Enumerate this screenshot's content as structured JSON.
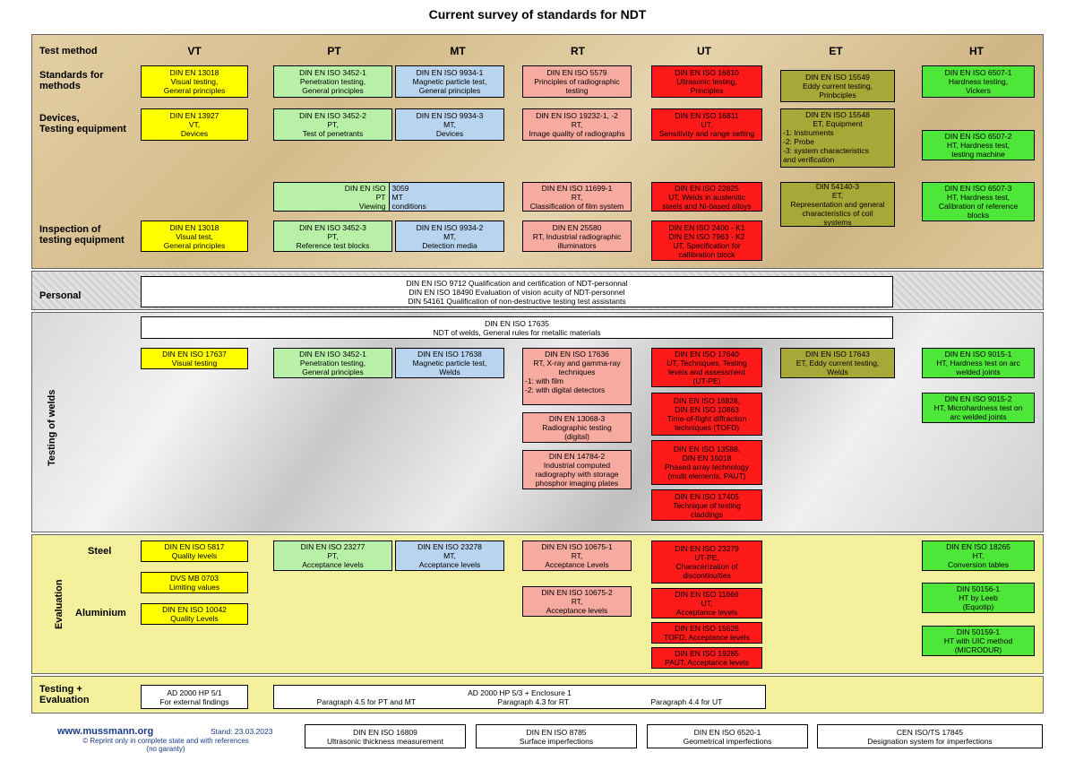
{
  "title": "Current survey of standards for NDT",
  "columns": {
    "test_method": "Test method",
    "vt": "VT",
    "pt": "PT",
    "mt": "MT",
    "rt": "RT",
    "ut": "UT",
    "et": "ET",
    "ht": "HT"
  },
  "rows": {
    "standards": "Standards for\nmethods",
    "devices": "Devices,\nTesting equipment",
    "inspection": "Inspection of\ntesting equipment",
    "personal": "Personal",
    "welds": "Testing of welds",
    "evaluation": "Evaluation",
    "steel": "Steel",
    "aluminium": "Aluminium",
    "testing_eval": "Testing +\nEvaluation"
  },
  "boxes": {
    "vt1": "DIN EN 13018\nVisual testing,\nGeneral principles",
    "pt1": "DIN EN ISO 3452-1\nPenetration testing,\nGeneral principles",
    "mt1": "DIN EN ISO 9934-1\nMagnetic particle test,\nGeneral principles",
    "rt1": "DIN EN ISO 5579\nPrinciples of radiographic\ntesting",
    "ut1": "DIN EN ISO 16810\nUltrasonic testing,\nPrinciples",
    "et1": "DIN EN ISO 15549\nEddy current testing,\nPrinbciples",
    "ht1": "DIN EN ISO 6507-1\nHardness testing,\nVickers",
    "vt2": "DIN EN 13927\nVT,\nDevices",
    "pt2": "DIN EN ISO 3452-2\nPT,\nTest of penetrants",
    "mt2": "DIN EN ISO 9934-3\nMT,\nDevices",
    "rt2": "DIN EN ISO 19232-1, -2\nRT,\nImage quality of radiographs",
    "ut2": "DIN EN ISO 16811\nUT,\nSensitivity and range setting",
    "et2_head": "DIN EN ISO 15548\nET, Equipment",
    "et2_body": "-1: Instruments\n-2: Probe\n-3: system characteristics\n    and verification",
    "ht2": "DIN EN ISO 6507-2\nHT, Hardness test,\ntesting machine",
    "ptmt_left": "DIN EN ISO\nPT\nViewing",
    "ptmt_right": "3059\nMT\nconditions",
    "rt3": "DIN EN ISO 11699-1\nRT,\nClassification of film system",
    "ut3": "DIN EN ISO 22825\nUT, Welds in austenitic\nsteels and Ni-based alloys",
    "et3": "DIN 54140-3\nET,\nRepresentation and general\ncharacteristics of coil\nsystems",
    "ht3": "DIN EN ISO 6507-3\nHT, Hardness test,\nCalibration of reference\nblocks",
    "vt4": "DIN EN 13018\nVisual test,\nGeneral principles",
    "pt4": "DIN EN ISO 3452-3\nPT,\nReference test blocks",
    "mt4": "DIN EN ISO 9934-2\nMT,\nDetection media",
    "rt4": "DIN EN 25580\nRT, Industrial radiographic\nilluminators",
    "ut4": "DIN EN ISO 2400 - K1\nDIN EN ISO 7963 - K2\nUT, Specification for\ncallibration block",
    "personal": "DIN EN ISO 9712    Qualification and certification of NDT-personnal\nDIN EN ISO 18490    Evaluation of vision acuity of NDT-personnel\nDIN 54161                   Qualification of non-destructive testing test assistants",
    "welds_top": "DIN EN ISO 17635\nNDT of welds, General rules for metallic materials",
    "w_vt": "DIN EN ISO 17637\nVisual testing",
    "w_pt": "DIN EN ISO 3452-1\nPenetration testing,\nGeneral principles",
    "w_mt": "DIN EN ISO 17638\nMagnetic particle test,\nWelds",
    "w_rt1_head": "DIN EN ISO 17636\nRT, X-ray and gamma-ray\ntechniques",
    "w_rt1_body": "-1: with film\n-2: with digital detectors",
    "w_rt2": "DIN EN 13068-3\nRadiographic testing\n(digital)",
    "w_rt3": "DIN EN 14784-2\nIndustrial computed\nradiography with storage\nphosphor imaging plates",
    "w_ut1": "DIN EN ISO 17640\nUT, Techniques, Testing\nlevels and assessment\n(UT-PE)",
    "w_ut2": "DIN EN ISO 16828,\nDIN EN ISO 10863\nTime-of-flight diffraction\ntechniques (TOFD)",
    "w_ut3": "DIN EN ISO 13588,\nDIN EN 16018\nPhased array technology\n(multi elements, PAUT)",
    "w_ut4": "DIN EN ISO 17405\nTechnique of testing\ncladdings",
    "w_et": "DIN EN ISO 17643\nET, Eddy current testing,\nWelds",
    "w_ht1": "DIN EN ISO 9015-1\nHT, Hardness test on arc\nwelded joints",
    "w_ht2": "DIN EN ISO 9015-2\nHT, Microhardness test on\narc welded joints",
    "e_vt1": "DIN EN ISO 5817\nQuality levels",
    "e_vt2": "DVS MB 0703\nLimiting values",
    "e_vt3": "DIN EN ISO 10042\nQuality Levels",
    "e_pt": "DIN EN ISO 23277\nPT,\nAcceptance levels",
    "e_mt": "DIN EN ISO 23278\nMT,\nAcceptance levels",
    "e_rt1": "DIN EN ISO 10675-1\nRT,\nAcceptance Levels",
    "e_rt2": "DIN EN ISO 10675-2\nRT,\nAcceptance levels",
    "e_ut1": "DIN EN ISO 23279\nUT-PE,\nCharacerization of\ndiscontinuities",
    "e_ut2": "DIN EN ISO 11666\nUT,\nAcceptance levels",
    "e_ut3": "DIN EN ISO 15626\nTOFD, Acceptance levels",
    "e_ut4": "DIN EN ISO 19285\nPAUT, Acceptance levels",
    "e_ht1": "DIN EN ISO 18265\nHT,\nConversion tables",
    "e_ht2": "DIN 50156-1\nHT by Leeb\n(Equotip)",
    "e_ht3": "DIN 50159-1\nHT with UIC method\n(MICRODUR)",
    "te_left": "AD 2000 HP 5/1\nFor external findings",
    "te_main_head": "AD 2000 HP 5/3 + Enclosure 1",
    "te_p1": "Paragraph 4.5 for PT and MT",
    "te_p2": "Paragraph 4.3 for RT",
    "te_p3": "Paragraph 4.4 for UT",
    "f1": "DIN EN ISO 16809\nUltrasonic thickness measurement",
    "f2": "DIN EN ISO 8785\nSurface imperfections",
    "f3": "DIN EN ISO 6520-1\nGeometrical imperfections",
    "f4": "CEN ISO/TS 17845\nDesignation system for imperfections"
  },
  "footer": {
    "website": "www.mussmann.org",
    "stand": "Stand: 23.03.2023",
    "note": "© Reprint only in complete state and with references\n(no garanty)"
  }
}
